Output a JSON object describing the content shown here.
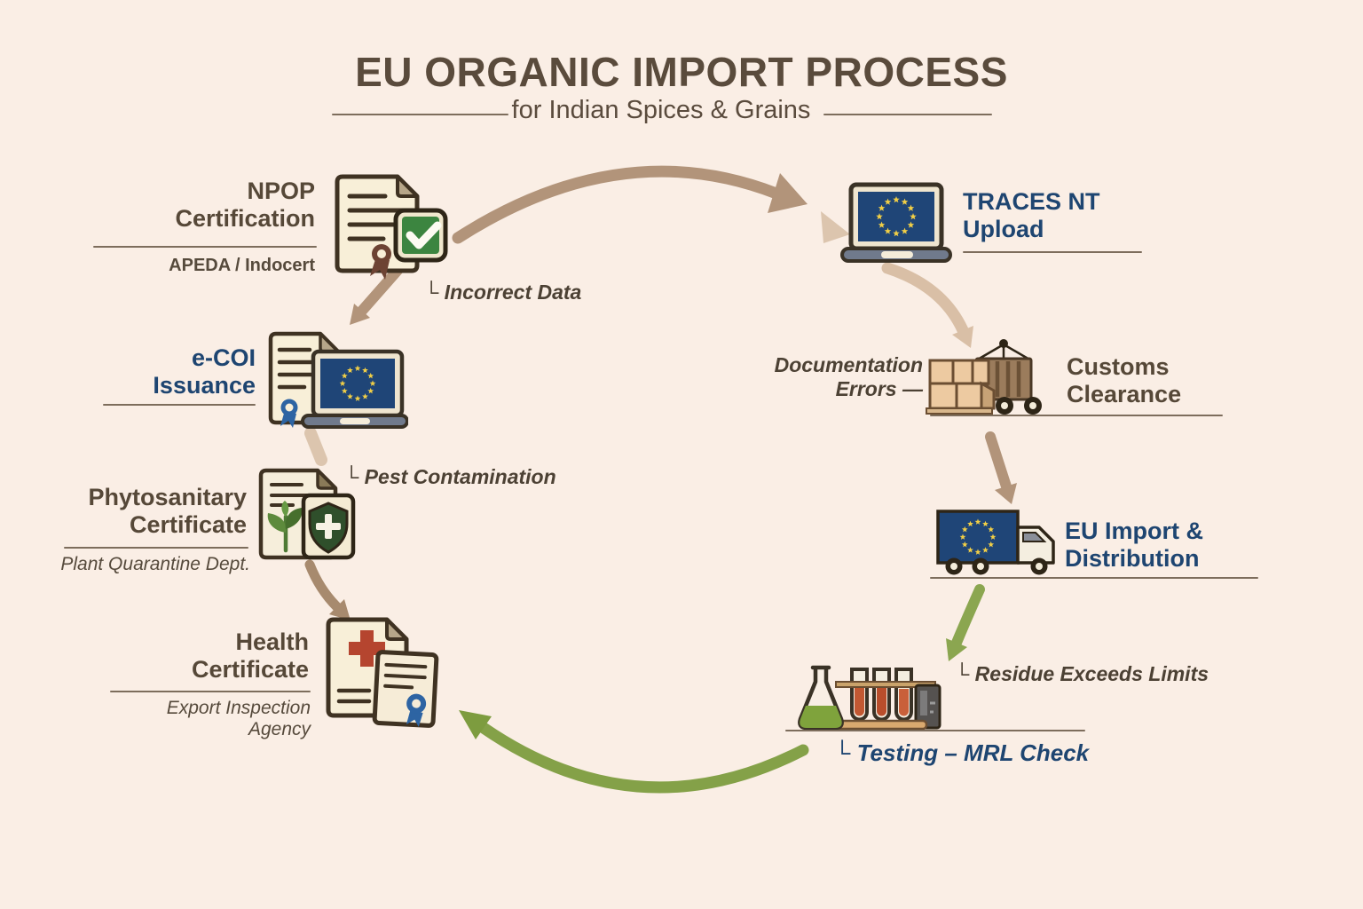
{
  "header": {
    "title": "EU ORGANIC IMPORT PROCESS",
    "subtitle": "for Indian Spices & Grains"
  },
  "nodes": {
    "npop": {
      "title": "NPOP\nCertification",
      "agency": "APEDA / Indocert"
    },
    "ecoi": {
      "title": "e-COI\nIssuance"
    },
    "phyto": {
      "title": "Phytosanitary\nCertificate",
      "agency": "Plant Quarantine Dept."
    },
    "health": {
      "title": "Health\nCertificate",
      "agency": "Export Inspection Agency"
    },
    "traces": {
      "title": "TRACES NT\nUpload"
    },
    "customs": {
      "title": "Customs\nClearance"
    },
    "eu_import": {
      "title": "EU Import &\nDistribution"
    },
    "testing": {
      "label": "└ Testing – MRL Check"
    }
  },
  "annotations": {
    "incorrect_data": "└ Incorrect Data",
    "pest_contamination": "└ Pest Contamination",
    "documentation_errors": "Documentation\nErrors —",
    "residue_exceeds": "└ Residue Exceeds Limits"
  },
  "icons": {
    "npop": "document-with-green-checkmark",
    "ecoi": "certificate-and-eu-laptop",
    "phyto": "document-with-plant-and-shield",
    "health": "document-with-red-cross-and-certificate",
    "traces": "laptop-with-eu-flag",
    "customs": "cargo-boxes-and-container",
    "eu_import": "eu-flag-truck",
    "testing": "lab-flask-and-test-tubes"
  },
  "colors": {
    "background": "#faeee5",
    "title_brown": "#5a4b3c",
    "label_brown": "#564838",
    "navy": "#1e4571",
    "annotation": "#4c4134",
    "underline": "#7d6d5c",
    "arrow_tan": "#b2947a",
    "arrow_light_tan": "#d9bfa6",
    "arrow_green": "#84a148",
    "eu_blue": "#1f4577",
    "eu_star_yellow": "#f2cf46",
    "check_green": "#3c8540",
    "cross_red": "#b5452f",
    "document_cream": "#f8efd8"
  }
}
